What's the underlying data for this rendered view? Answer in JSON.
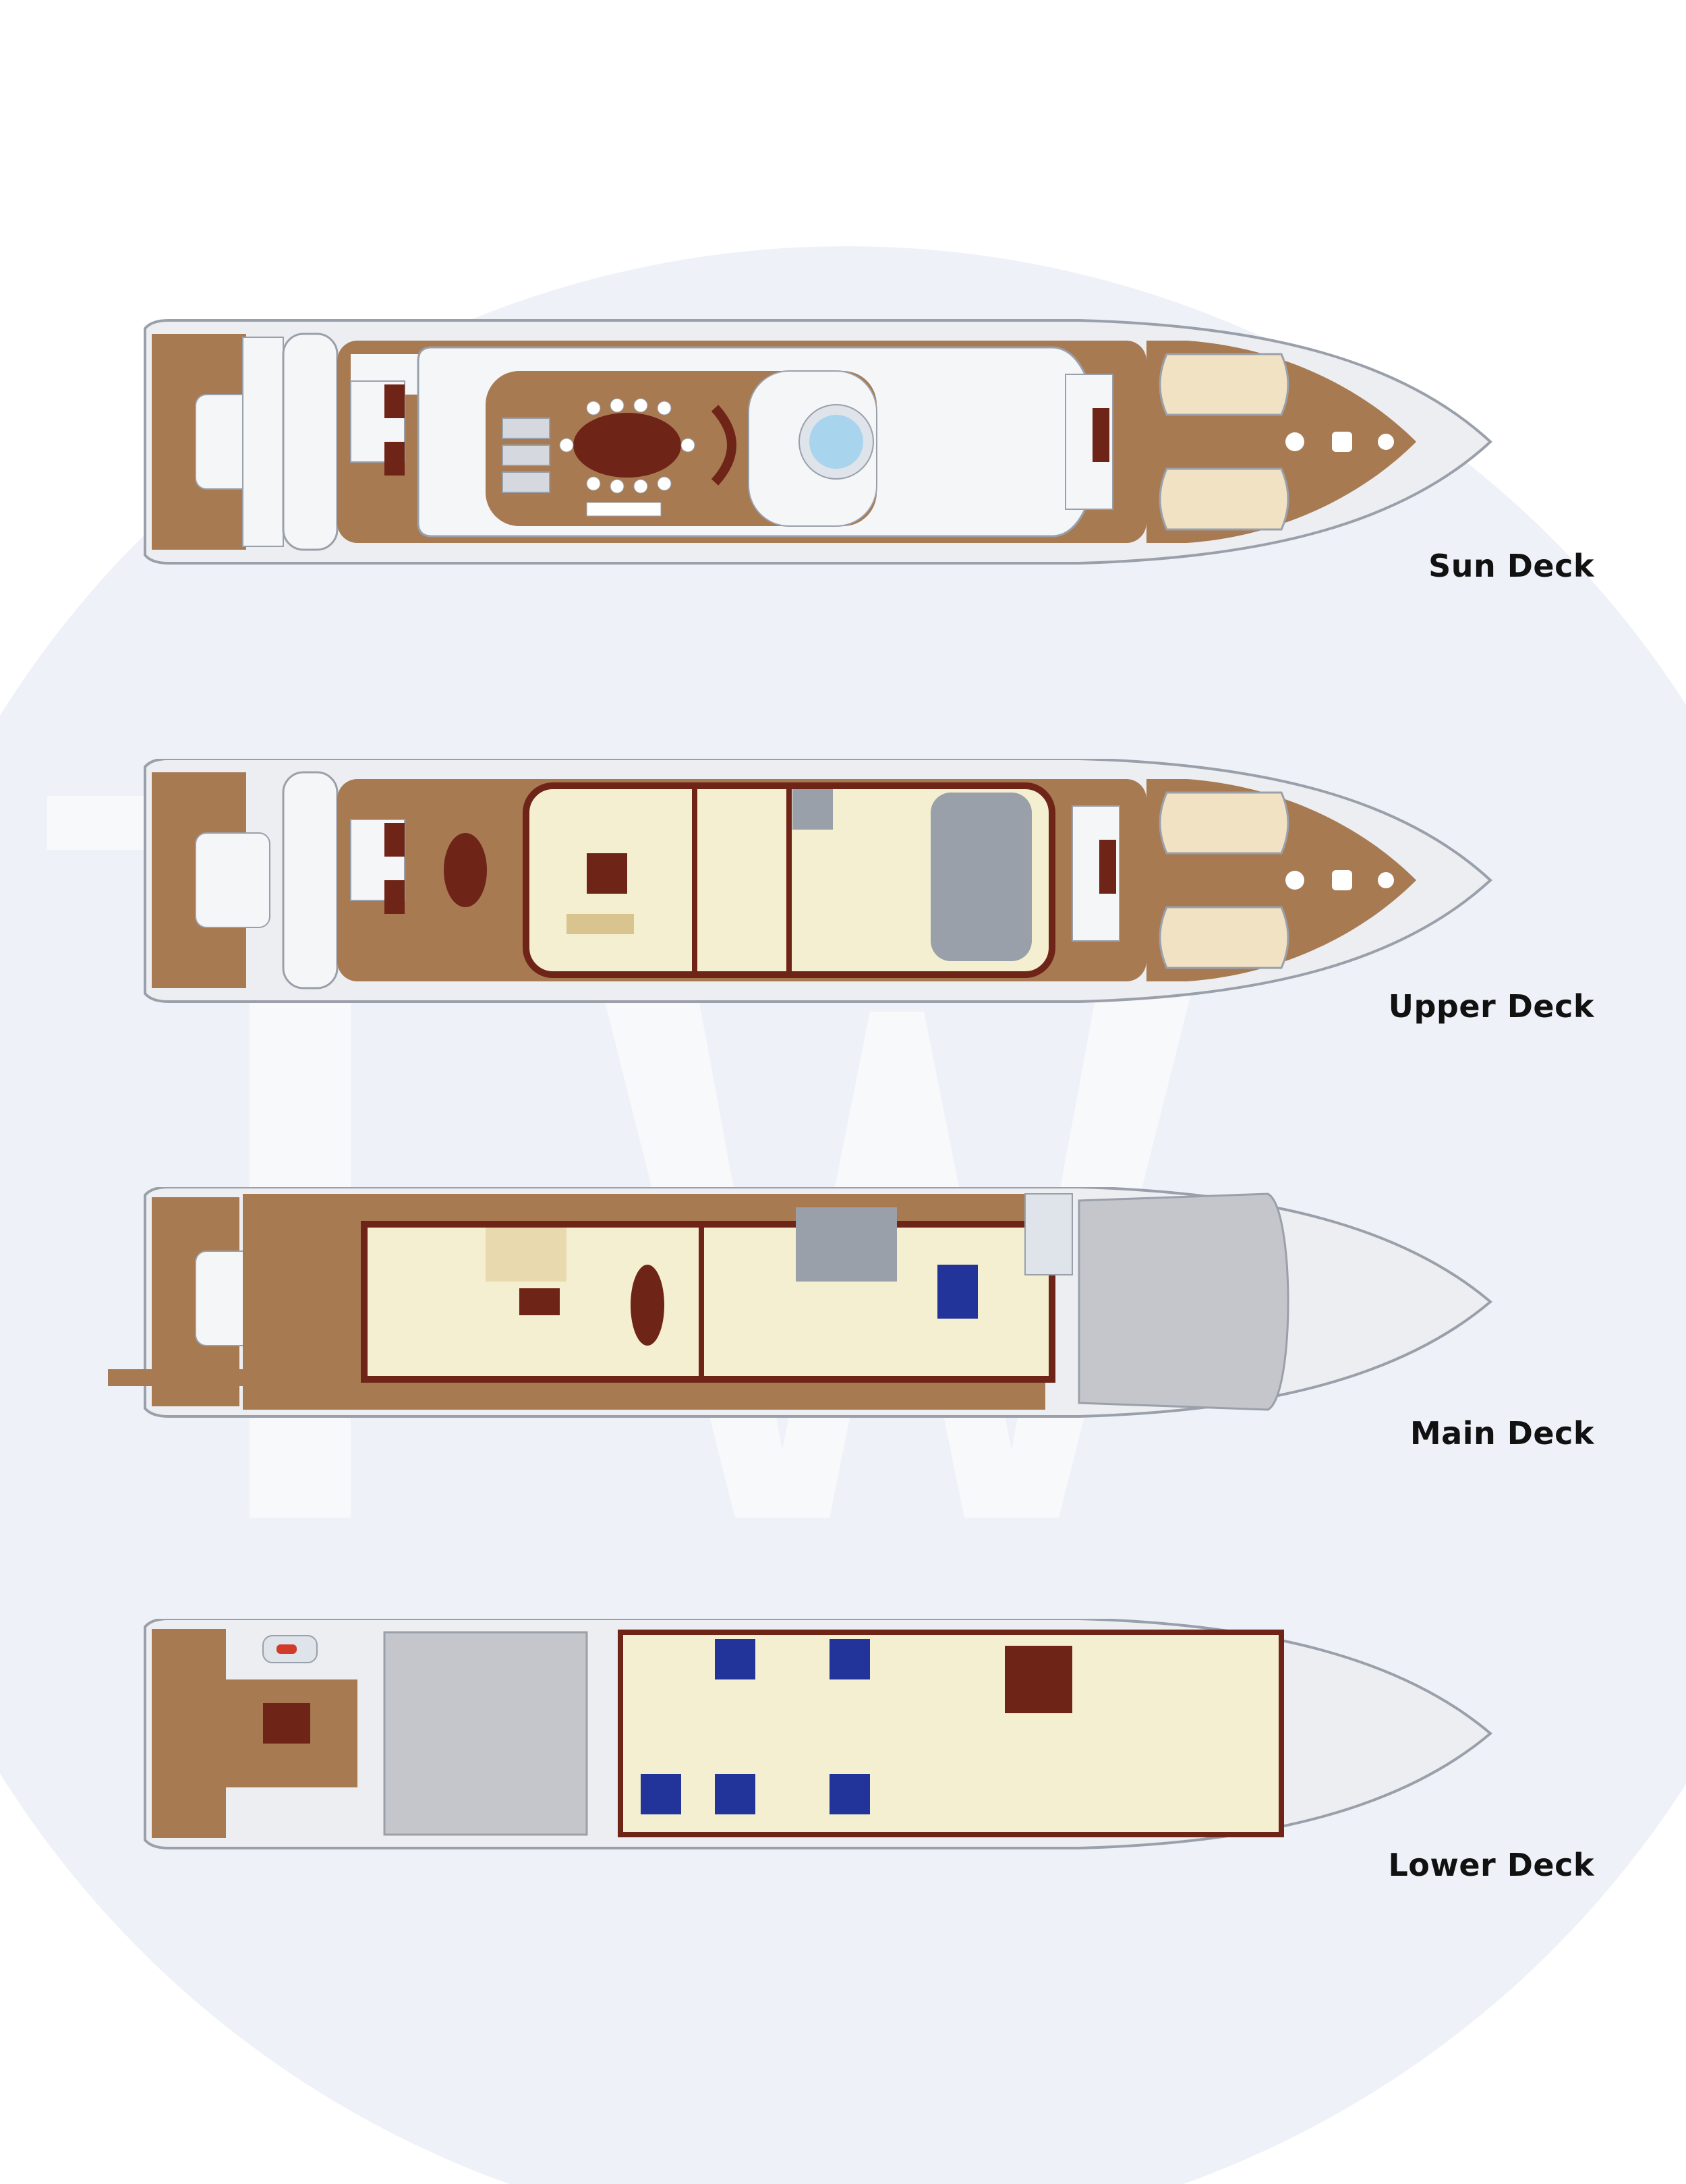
{
  "brand": {
    "watermark_text": "TW"
  },
  "colors": {
    "background": "#ffffff",
    "watermark_circle": "#eef2f8",
    "watermark_letters": "#f8f9fb",
    "teak": "#a77a52",
    "teak_dark": "#8a5e3a",
    "hull": "#eceef2",
    "hull_outline": "#9aa0aa",
    "superstructure": "#f5f6f8",
    "interior": "#f4efd0",
    "furniture": "#6e2417",
    "tender_fill": "#f2e2c4",
    "bed": "#22339a",
    "machinery": "#c4c6cb",
    "spa_water": "#a9d4ee"
  },
  "decks": [
    {
      "id": "sun",
      "label": "Sun Deck"
    },
    {
      "id": "upper",
      "label": "Upper Deck"
    },
    {
      "id": "main",
      "label": "Main Deck"
    },
    {
      "id": "lower",
      "label": "Lower Deck"
    }
  ]
}
